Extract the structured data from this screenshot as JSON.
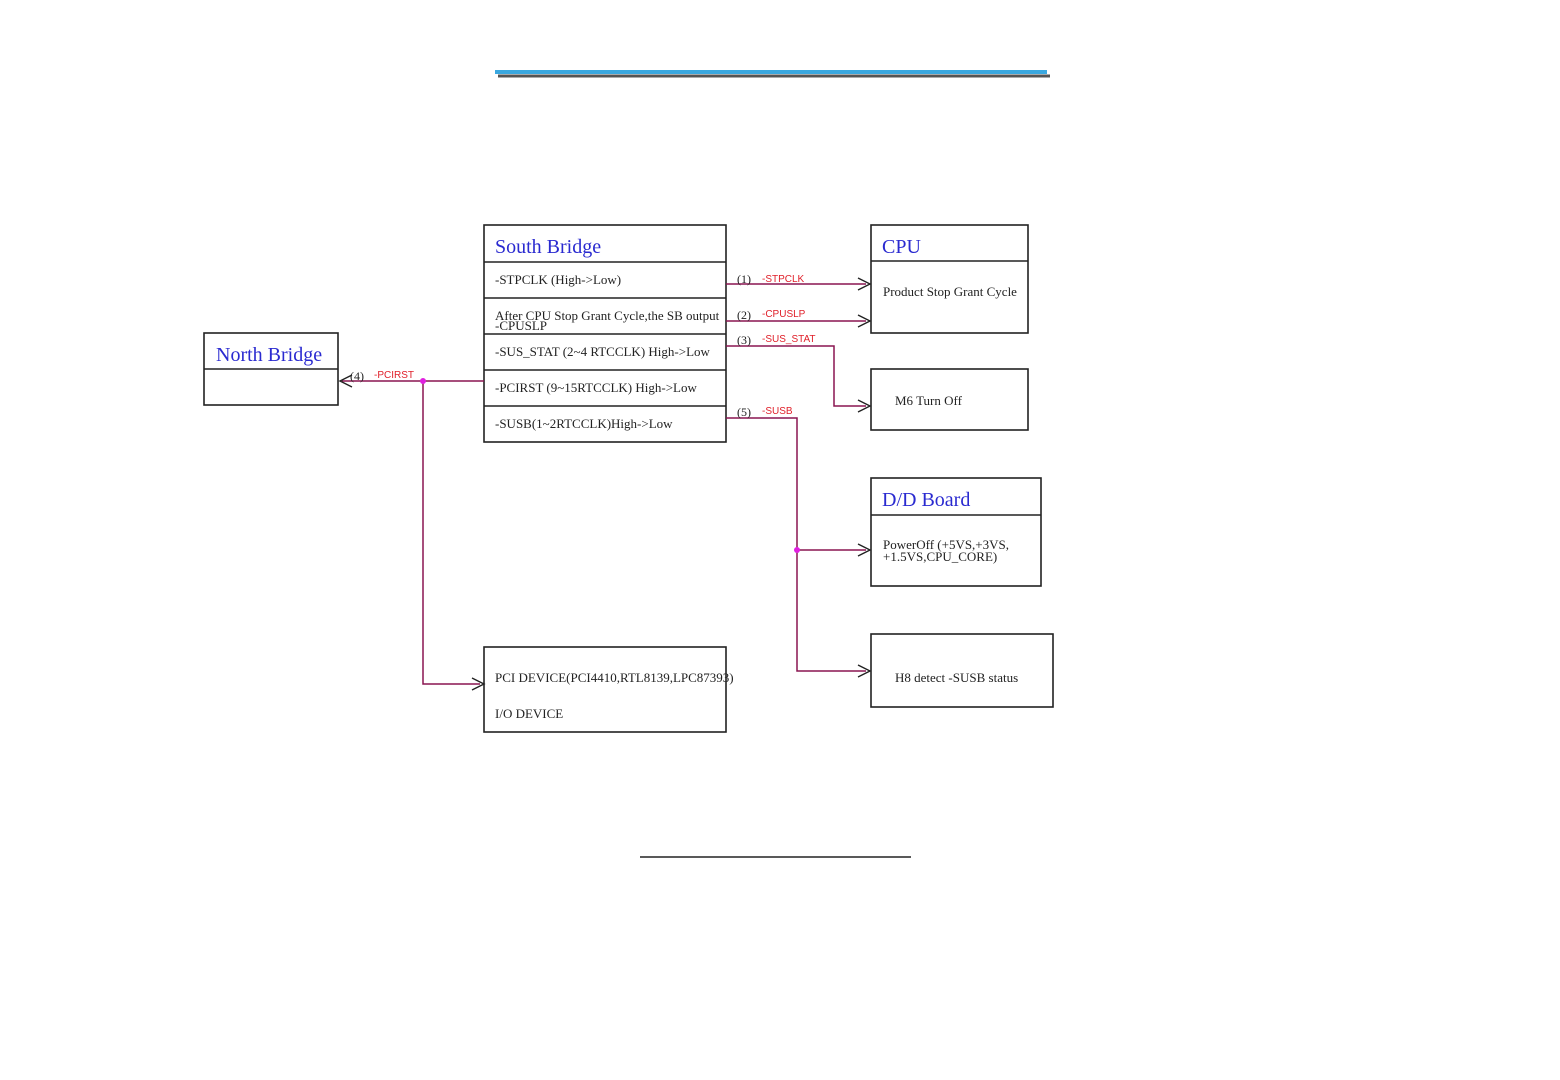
{
  "south_bridge": {
    "title": "South Bridge",
    "rows": [
      "-STPCLK  (High->Low)",
      "After CPU Stop Grant Cycle,the SB output",
      "-CPUSLP",
      "-SUS_STAT  (2~4 RTCCLK)  High->Low",
      "-PCIRST  (9~15RTCCLK)  High->Low",
      "-SUSB(1~2RTCCLK)High->Low"
    ]
  },
  "north_bridge": {
    "title": "North Bridge"
  },
  "cpu": {
    "title": "CPU",
    "text": "Product Stop Grant Cycle"
  },
  "m6": {
    "text": "M6 Turn Off"
  },
  "dd_board": {
    "title": "D/D Board",
    "line1": "PowerOff  (+5VS,+3VS,",
    "line2": "+1.5VS,CPU_CORE)"
  },
  "h8": {
    "text": "H8 detect  -SUSB status"
  },
  "pci": {
    "line1": "PCI DEVICE(PCI4410,RTL8139,LPC87393)",
    "line2": "I/O DEVICE"
  },
  "signals": {
    "s1_num": "(1)",
    "s1_name": "-STPCLK",
    "s2_num": "(2)",
    "s2_name": "-CPUSLP",
    "s3_num": "(3)",
    "s3_name": "-SUS_STAT",
    "s4_num": "(4)",
    "s4_name": "-PCIRST",
    "s5_num": "(5)",
    "s5_name": "-SUSB"
  },
  "colors": {
    "header_bar": "#3aa8e0",
    "title_text": "#2a2ad0",
    "wire": "#8a1550",
    "signal_label": "#e0202a",
    "junction": "#e020e0"
  }
}
